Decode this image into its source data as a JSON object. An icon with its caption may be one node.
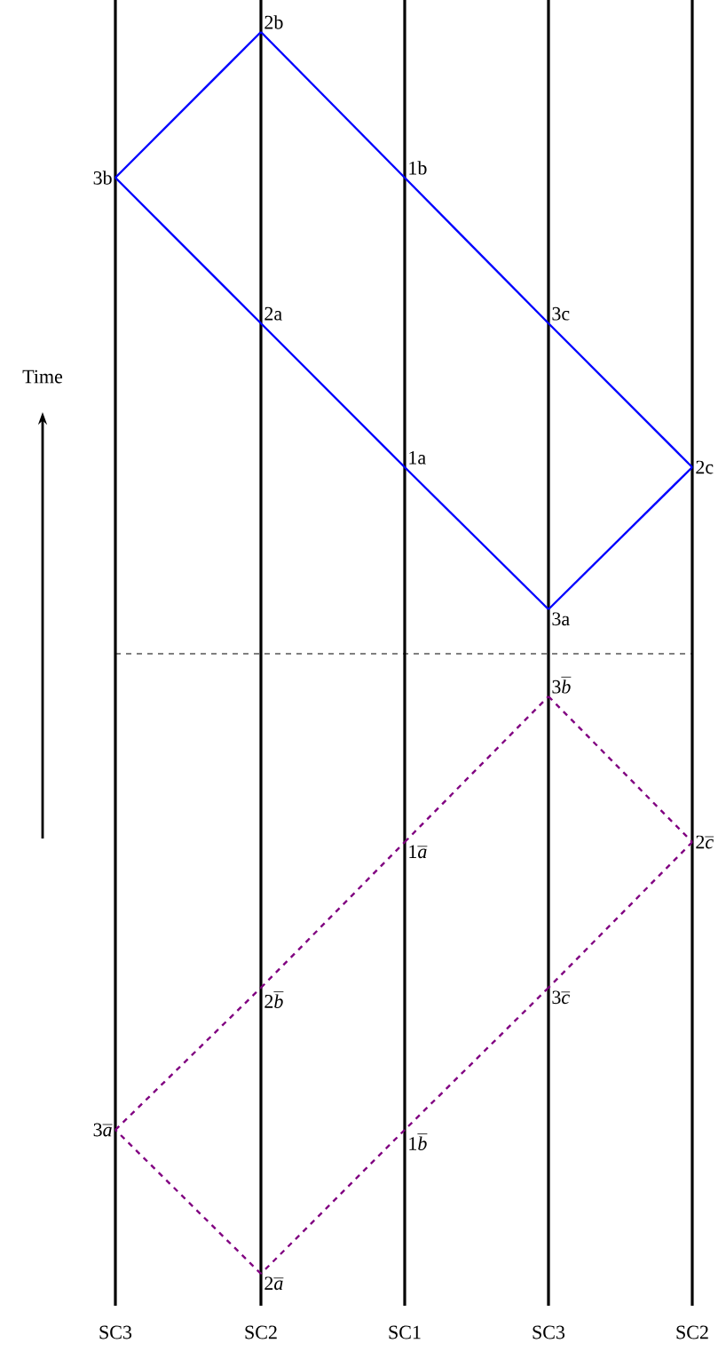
{
  "diagram": {
    "nodes": [
      {
        "text": [
          "2b"
        ]
      },
      {
        "text": [
          "3b"
        ]
      },
      {
        "text": [
          "1b"
        ]
      },
      {
        "text": [
          "2a"
        ]
      },
      {
        "text": [
          "3c"
        ]
      },
      {
        "text": [
          "1a"
        ]
      },
      {
        "text": [
          "2c"
        ]
      },
      {
        "text": [
          "3a"
        ]
      },
      {
        "text": [
          "3\\overline{b}"
        ]
      },
      {
        "text": [
          "1\\overline{a}"
        ]
      },
      {
        "text": [
          "2\\overline{c}"
        ]
      },
      {
        "text": [
          "2\\overline{b}"
        ]
      },
      {
        "text": [
          "3\\overline{c}"
        ]
      },
      {
        "text": [
          "3\\overline{a}"
        ]
      },
      {
        "text": [
          "1\\overline{b}"
        ]
      },
      {
        "text": [
          "2\\overline{a}"
        ]
      },
      {
        "text": [
          "SC3"
        ]
      },
      {
        "text": [
          "SC2"
        ]
      },
      {
        "text": [
          "SC1"
        ]
      },
      {
        "text": [
          "SC3"
        ]
      },
      {
        "text": [
          "SC2"
        ]
      }
    ],
    "edges": [
      {
        "from": 0,
        "to": 1,
        "arrow": "none"
      },
      {
        "from": 1,
        "to": 3,
        "arrow": "none"
      },
      {
        "from": 3,
        "to": 5,
        "arrow": "none"
      },
      {
        "from": 5,
        "to": 7,
        "arrow": "none"
      },
      {
        "from": 7,
        "to": 6,
        "arrow": "none"
      },
      {
        "from": 6,
        "to": 4,
        "arrow": "none"
      },
      {
        "from": 4,
        "to": 2,
        "arrow": "none"
      },
      {
        "from": 2,
        "to": 0,
        "arrow": "none"
      },
      {
        "from": 13,
        "to": 11,
        "arrow": "none",
        "style": "dashed",
        "color": "#800080"
      },
      {
        "from": 11,
        "to": 9,
        "arrow": "none",
        "style": "dashed",
        "color": "#800080"
      },
      {
        "from": 9,
        "to": 8,
        "arrow": "none",
        "style": "dashed",
        "color": "#800080"
      },
      {
        "from": 8,
        "to": 10,
        "arrow": "none",
        "style": "dashed",
        "color": "#800080"
      },
      {
        "from": 10,
        "to": 12,
        "arrow": "none",
        "style": "dashed",
        "color": "#800080"
      },
      {
        "from": 12,
        "to": 14,
        "arrow": "none",
        "style": "dashed",
        "color": "#800080"
      },
      {
        "from": 14,
        "to": 15,
        "arrow": "none",
        "style": "dashed",
        "color": "#800080"
      },
      {
        "from": 15,
        "to": 13,
        "arrow": "none",
        "style": "dashed",
        "color": "#800080"
      }
    ],
    "labels": [
      "Time"
    ]
  }
}
